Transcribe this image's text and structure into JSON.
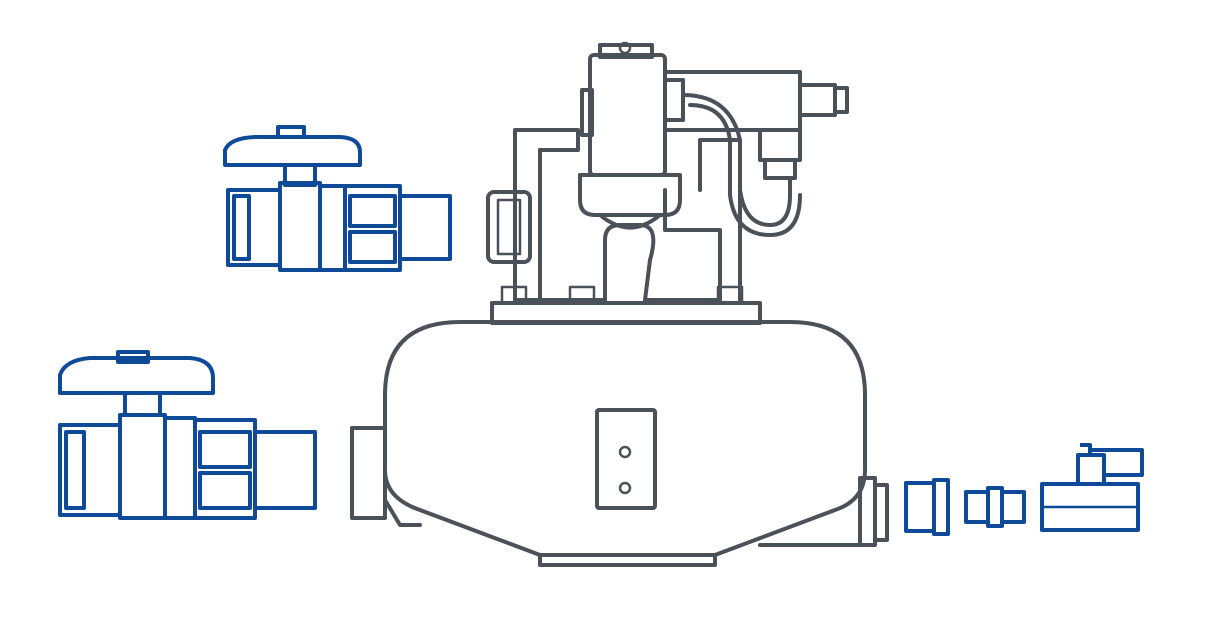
{
  "colors": {
    "unit_outline": "#4b5159",
    "accessory_outline": "#0f4a98",
    "background": "#ffffff"
  },
  "components": [
    {
      "id": "pump-unit",
      "icon": "pump-unit-icon"
    },
    {
      "id": "ball-valve-large",
      "icon": "ball-valve-icon"
    },
    {
      "id": "ball-valve-medium",
      "icon": "ball-valve-icon"
    },
    {
      "id": "pipe-fitting",
      "icon": "pipe-fitting-icon"
    },
    {
      "id": "pipe-nipple",
      "icon": "pipe-nipple-icon"
    },
    {
      "id": "mini-ball-valve",
      "icon": "ball-valve-icon"
    }
  ]
}
